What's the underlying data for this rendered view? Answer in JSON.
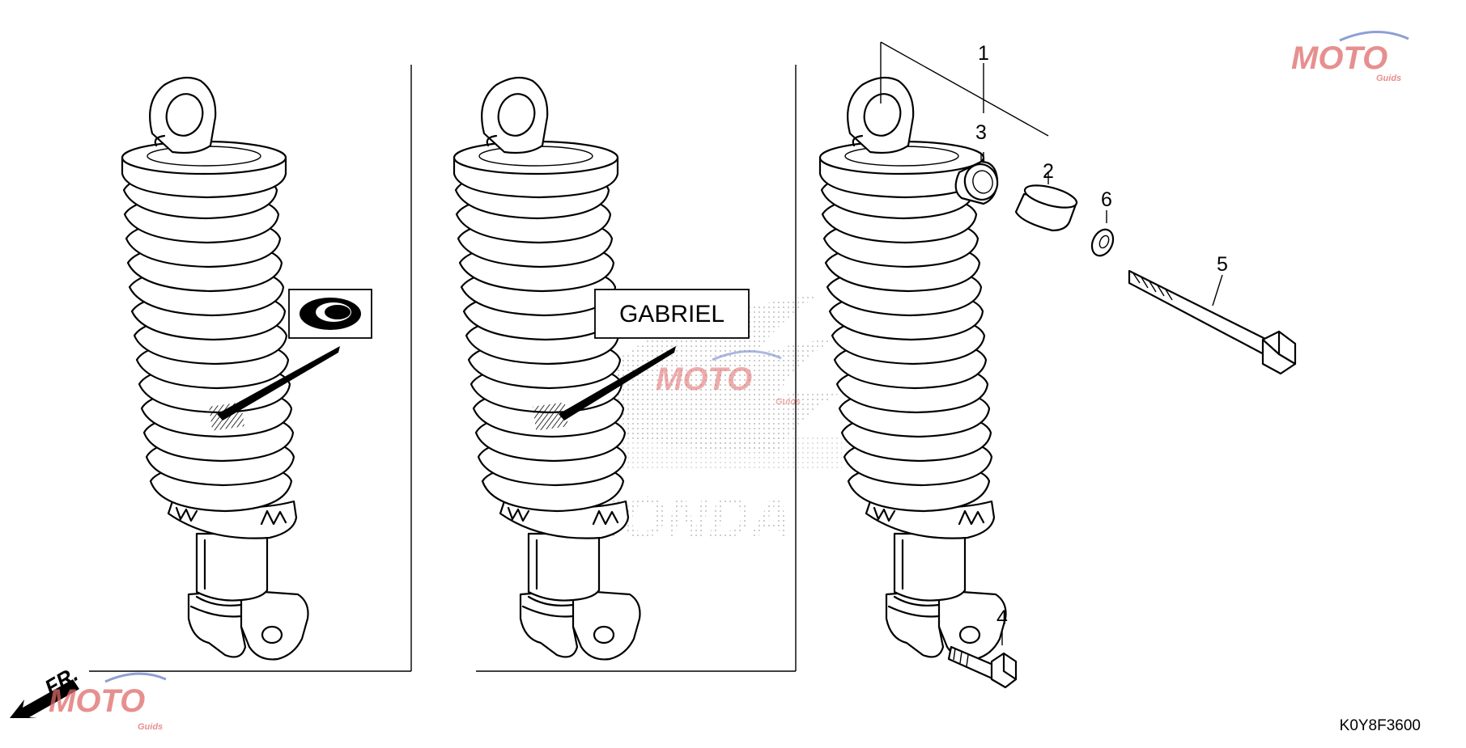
{
  "diagram": {
    "diagram_code": "K0Y8F3600",
    "label_gabriel": "GABRIEL",
    "front_marker": "FR.",
    "part_callouts": [
      "1",
      "2",
      "3",
      "4",
      "5",
      "6"
    ],
    "watermark": {
      "brand": "MOTO",
      "sub": "Guids",
      "honda": "HONDA"
    },
    "colors": {
      "line": "#000000",
      "watermark_red": "#e06a6a",
      "watermark_blue": "#6a7fc8",
      "stipple": "#bdbdbd"
    }
  }
}
